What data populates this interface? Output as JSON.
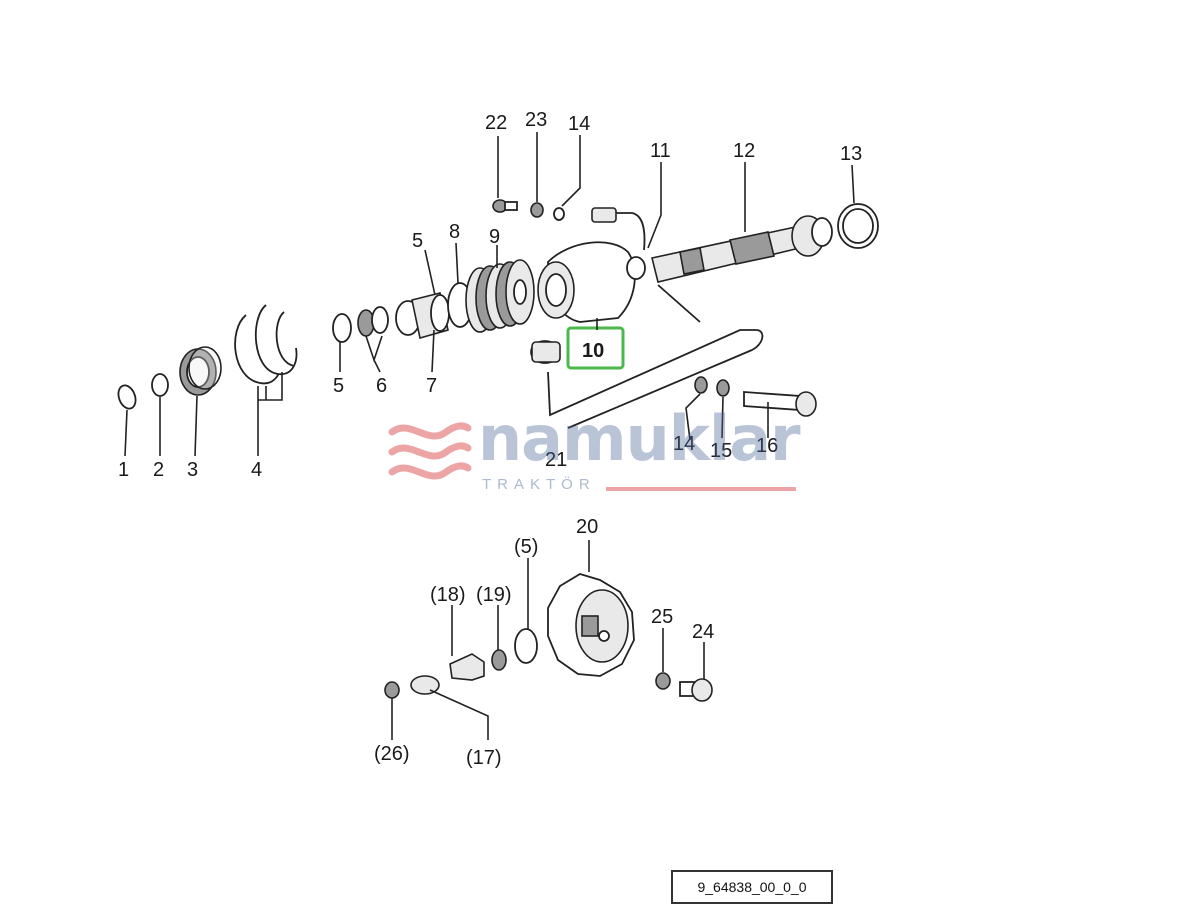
{
  "diagram": {
    "labels": {
      "l1": "1",
      "l2": "2",
      "l3": "3",
      "l4": "4",
      "l5a": "5",
      "l5b": "5",
      "l6": "6",
      "l7": "7",
      "l8": "8",
      "l9": "9",
      "l10": "10",
      "l11": "11",
      "l12": "12",
      "l13": "13",
      "l14a": "14",
      "l14b": "14",
      "l15": "15",
      "l16": "16",
      "l21": "21",
      "l22": "22",
      "l23": "23",
      "l20": "20",
      "l5p": "(5)",
      "l18p": "(18)",
      "l19p": "(19)",
      "l17p": "(17)",
      "l26p": "(26)",
      "l25": "25",
      "l24": "24"
    },
    "highlight_color": "#4bb84b"
  },
  "watermark": {
    "brand": "namuklar",
    "sub": "TRAKTÖR",
    "brand_color": "#4664a0",
    "accent_color": "#e05a5a"
  },
  "reference_code": "9_64838_00_0_0"
}
